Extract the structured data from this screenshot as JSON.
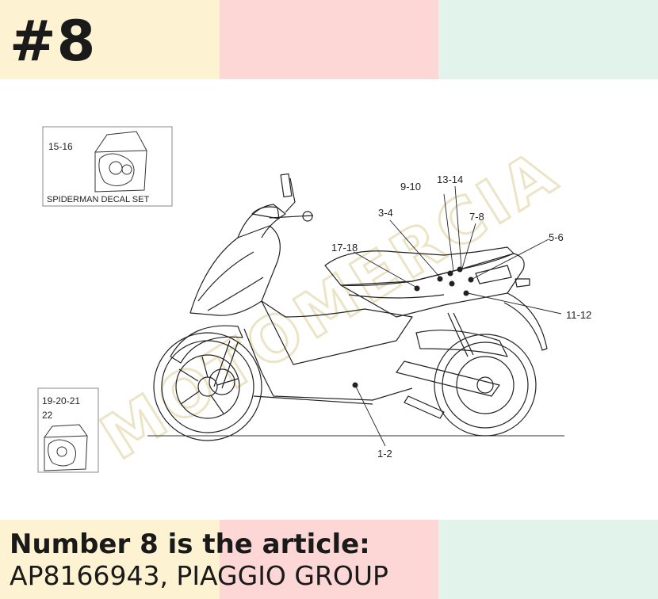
{
  "header": {
    "badge": "#8",
    "colors": [
      "#fdf3d2",
      "#fcd7d5",
      "#e2f3ec"
    ]
  },
  "diagram": {
    "callouts": {
      "c_1_2": "1-2",
      "c_3_4": "3-4",
      "c_5_6": "5-6",
      "c_7_8": "7-8",
      "c_9_10": "9-10",
      "c_11_12": "11-12",
      "c_13_14": "13-14",
      "c_17_18": "17-18"
    },
    "kit_box_1": {
      "number": "15-16",
      "title": "SPIDERMAN DECAL SET"
    },
    "kit_box_2": {
      "number_line1": "19-20-21",
      "number_line2": "22"
    },
    "watermark": "MOTOMERCIA"
  },
  "footer": {
    "line1": "Number 8 is the article:",
    "line2": "AP8166943, PIAGGIO GROUP"
  }
}
